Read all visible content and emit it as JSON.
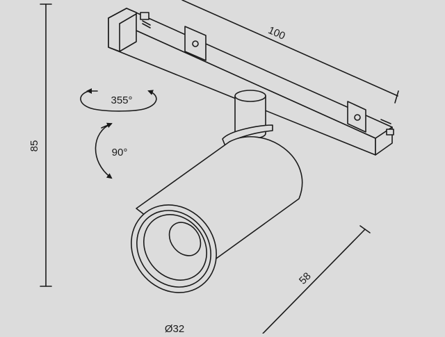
{
  "dimensions": {
    "height_label": "85",
    "length_label": "100",
    "depth_label": "58",
    "diameter_label": "Ø32"
  },
  "rotation": {
    "horizontal_label": "355°",
    "vertical_label": "90°"
  },
  "colors": {
    "background": "#dcdcdc",
    "line": "#1a1a1a",
    "fill": "#dcdcdc"
  }
}
